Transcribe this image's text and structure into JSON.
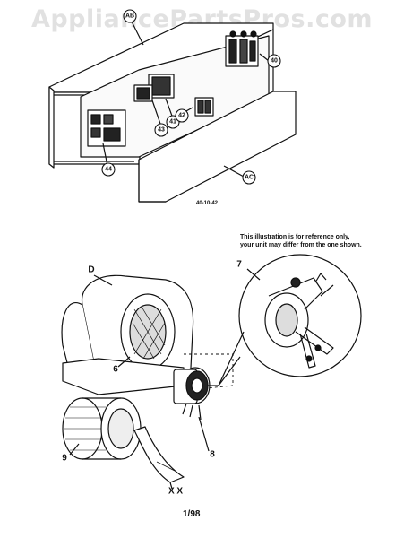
{
  "watermark": "AppliancePartsPros.com",
  "callouts": {
    "a_b": "AB",
    "a_c": "AC",
    "c40": "40",
    "c41": "41",
    "c42": "42",
    "c43": "43",
    "c44": "44",
    "d": "D",
    "c6": "6",
    "c7": "7",
    "c8": "8",
    "c9": "9",
    "xx": "X X"
  },
  "part_code": "40-10-42",
  "note": {
    "line1": "This illustration is for reference only,",
    "line2": "your unit may differ from the one shown."
  },
  "footer": "1/98"
}
